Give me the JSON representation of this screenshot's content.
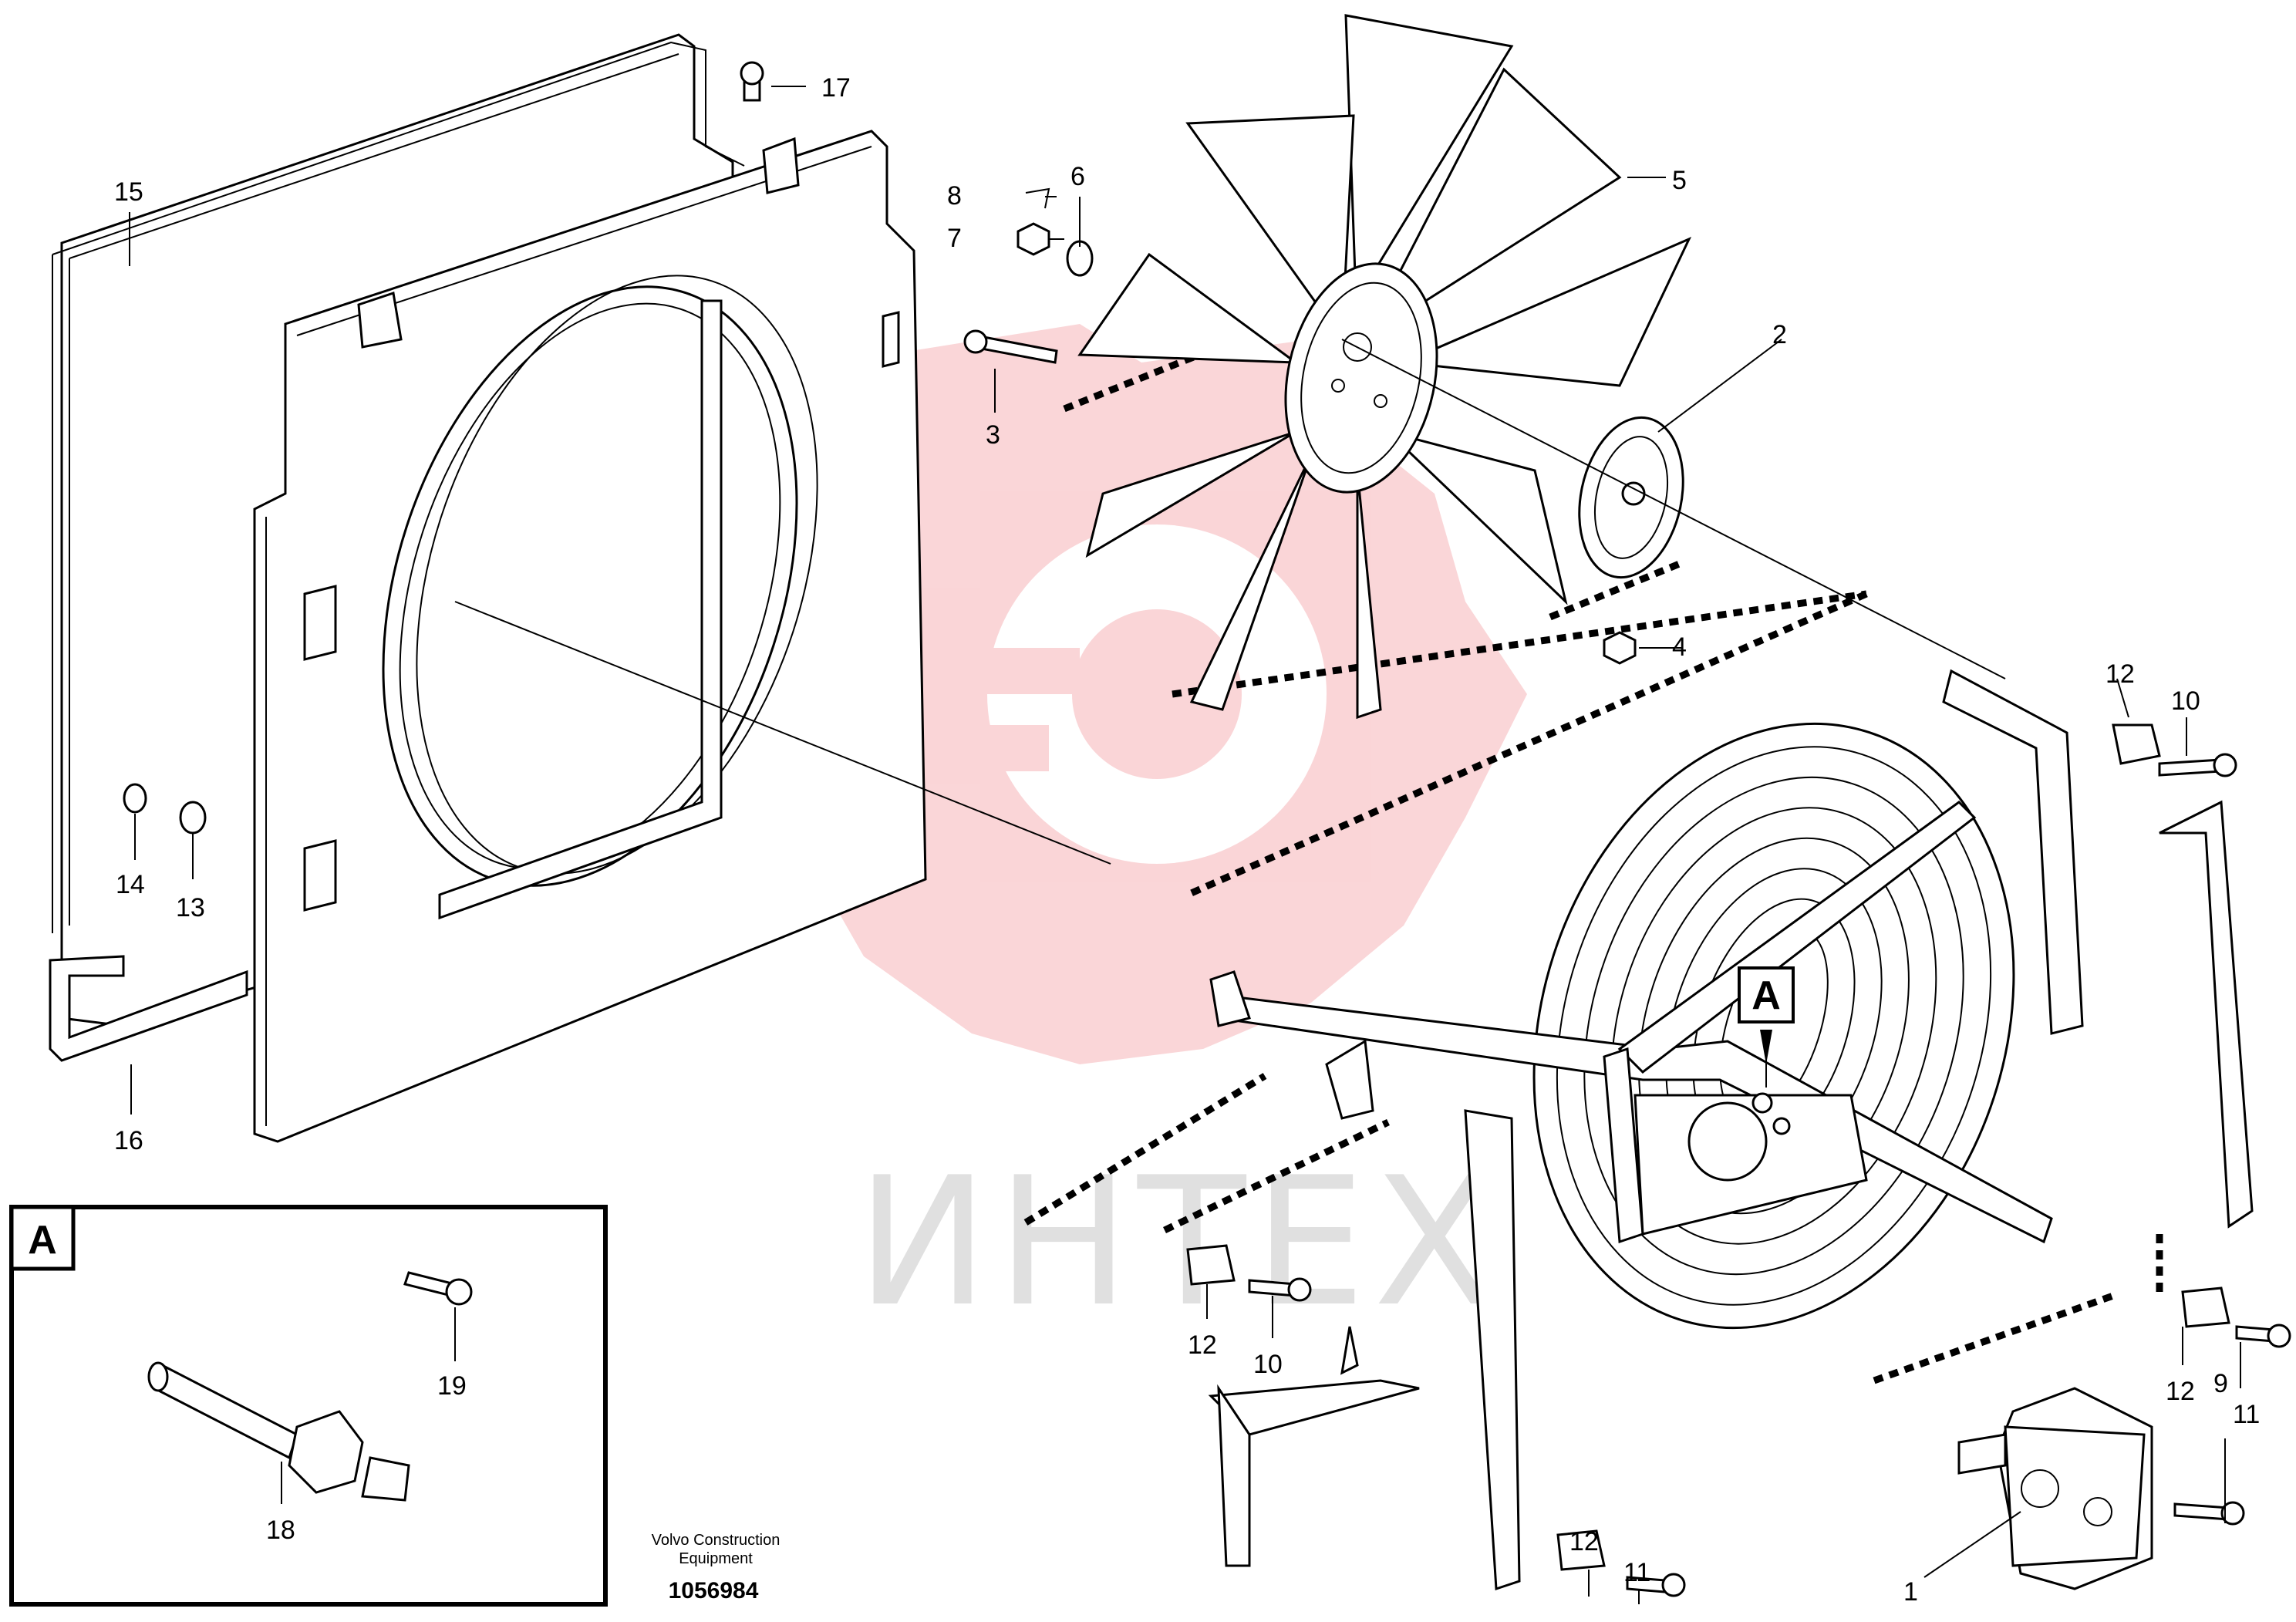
{
  "watermark": {
    "text": "ИНТЕХ",
    "color": "#e8323c"
  },
  "detail_box": {
    "marker": "A"
  },
  "view_marker": "A",
  "credit": {
    "line1": "Volvo Construction",
    "line2": "Equipment"
  },
  "document_number": "1056984",
  "callouts": {
    "c1": "1",
    "c2": "2",
    "c3": "3",
    "c4": "4",
    "c5": "5",
    "c6": "6",
    "c7": "7",
    "c8": "8",
    "c9": "9",
    "c10a": "10",
    "c10b": "10",
    "c11a": "11",
    "c11b": "11",
    "c12a": "12",
    "c12b": "12",
    "c12c": "12",
    "c12d": "12",
    "c13": "13",
    "c14": "14",
    "c15": "15",
    "c16": "16",
    "c17": "17",
    "c18": "18",
    "c19": "19"
  }
}
